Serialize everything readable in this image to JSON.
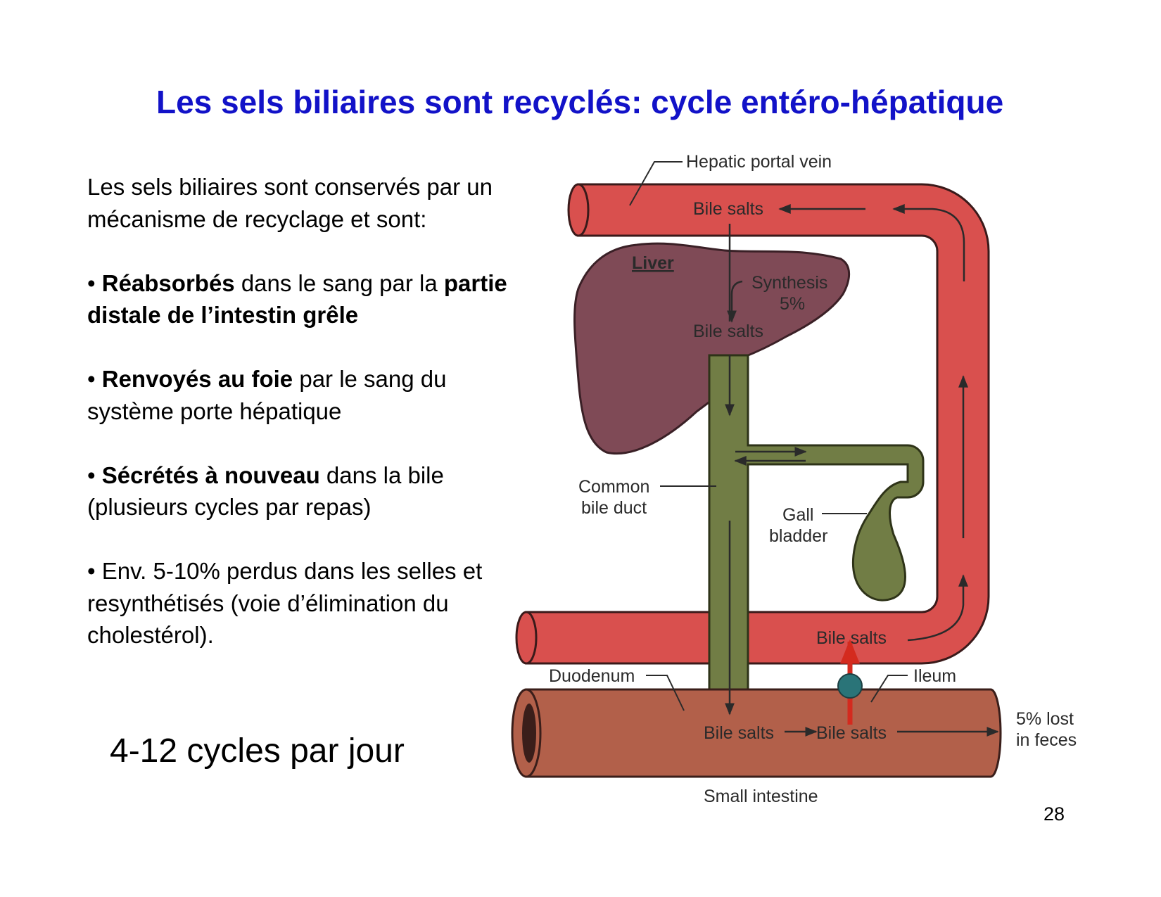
{
  "slide": {
    "title": "Les sels biliaires sont recyclés: cycle entéro-hépatique",
    "intro": "Les sels biliaires sont conservés par un mécanisme de recyclage et sont:",
    "bullets": [
      {
        "prefix": "• ",
        "bold": "Réabsorbés",
        "rest": " dans le sang par la ",
        "bold2": "partie distale de l’intestin grêle"
      },
      {
        "prefix": "• ",
        "bold": "Renvoyés au foie",
        "rest": " par le sang du système porte hépatique"
      },
      {
        "prefix": "• ",
        "bold": "Sécrétés à nouveau",
        "rest": " dans la bile (plusieurs cycles par repas)"
      },
      {
        "prefix": "",
        "bold": "",
        "rest": "• Env. 5-10% perdus dans les selles et resynthétisés (voie d’élimination du cholestérol)."
      }
    ],
    "cycles": "4-12 cycles par jour",
    "page_number": "28"
  },
  "diagram": {
    "labels": {
      "hepatic_portal_vein": "Hepatic portal vein",
      "bile_salts_top": "Bile salts",
      "liver": "Liver",
      "synthesis": "Synthesis",
      "synthesis_pct": "5%",
      "bile_salts_liver": "Bile salts",
      "common_bile_duct_1": "Common",
      "common_bile_duct_2": "bile duct",
      "gall_bladder_1": "Gall",
      "gall_bladder_2": "bladder",
      "bile_salts_ileum": "Bile salts",
      "duodenum": "Duodenum",
      "ileum": "Ileum",
      "bile_salts_intestine_1": "Bile salts",
      "bile_salts_intestine_2": "Bile salts",
      "lost_1": "5% lost",
      "lost_2": "in feces",
      "small_intestine": "Small intestine"
    },
    "colors": {
      "vein": "#d9504e",
      "vein_stroke": "#3a1a1a",
      "liver": "#7f4a56",
      "bile_duct": "#717d45",
      "intestine": "#b2604a",
      "transporter": "#2a7478",
      "uptake_arrow": "#d42a1e"
    }
  }
}
